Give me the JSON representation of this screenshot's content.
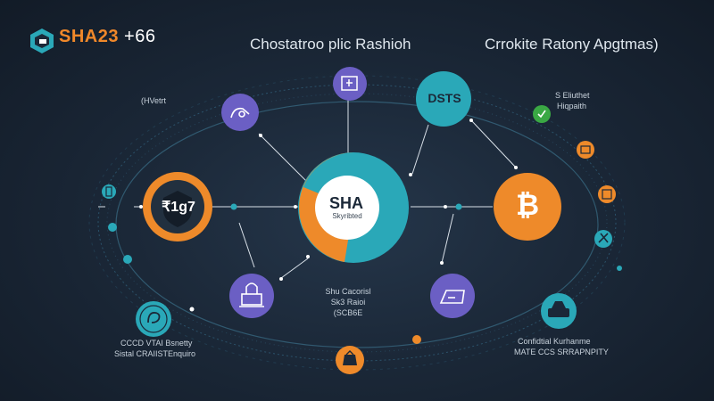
{
  "brand": {
    "name_orange": "SHA23",
    "name_white": " +66"
  },
  "headings": {
    "left": "Chostatroo plic Rashioh",
    "right": "Crrokite Ratony Apgtmas)"
  },
  "center": {
    "title": "SHA",
    "subtitle": "Skyribted"
  },
  "nodes": {
    "left_big": "₹1g7",
    "top_right_teal": "DSTS",
    "bitcoin": "₿"
  },
  "labels": {
    "top_left_tag": "(HVetrt",
    "top_right_tag_1": "S Eliuthet",
    "top_right_tag_2": "Hiqpaith",
    "center_bottom_1": "Shu Cacorisl",
    "center_bottom_2": "Sk3 Raioi",
    "center_bottom_3": "(SCB6E",
    "bottom_left_1": "CCCD VTAI Bsnetty",
    "bottom_left_2": "Sistal CRAIISTEnquiro",
    "bottom_right_1": "Confidtial Kurhanme",
    "bottom_right_2": "MATE CCS SRRAPNPITY"
  },
  "colors": {
    "background": "#1b2838",
    "purple": "#6b5fc4",
    "teal": "#2aa8b8",
    "orange": "#ee8a2a",
    "green": "#3aa844",
    "white": "#ffffff"
  },
  "icons": [
    "logo-hex-icon",
    "plus-box-icon",
    "hand-icon",
    "shield-icon",
    "bitcoin-icon",
    "lock-icon",
    "payment-icon",
    "user-icon",
    "lock-laptop-icon",
    "id-card-icon",
    "chain-icon",
    "mobile-icon",
    "shopping-icon",
    "coin-icon",
    "bag-icon"
  ]
}
